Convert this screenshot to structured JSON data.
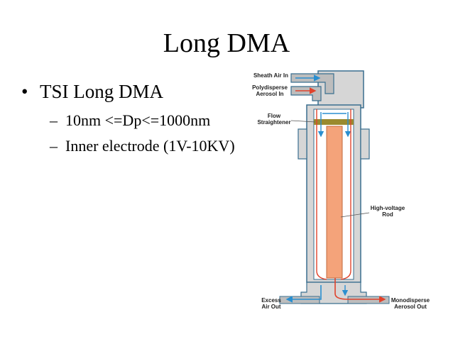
{
  "title": "Long DMA",
  "bullets": {
    "main": "TSI Long DMA",
    "sub": [
      "10nm <=Dp<=1000nm",
      "Inner electrode (1V-10KV)"
    ]
  },
  "diagram": {
    "labels": {
      "sheath_air_in": "Sheath Air In",
      "polydisperse_1": "Polydisperse",
      "polydisperse_2": "Aerosol In",
      "flow_1": "Flow",
      "flow_2": "Straightener",
      "hv_1": "High-voltage",
      "hv_2": "Rod",
      "excess_1": "Excess",
      "excess_2": "Air Out",
      "mono_1": "Monodisperse",
      "mono_2": "Aerosol Out"
    },
    "colors": {
      "body": "#d6d6d6",
      "outline": "#3a6f8f",
      "rod": "#f4a37a",
      "straightener": "#9a8a2e",
      "sheath_flow": "#2a8fd0",
      "aerosol_flow": "#e0432c"
    }
  }
}
